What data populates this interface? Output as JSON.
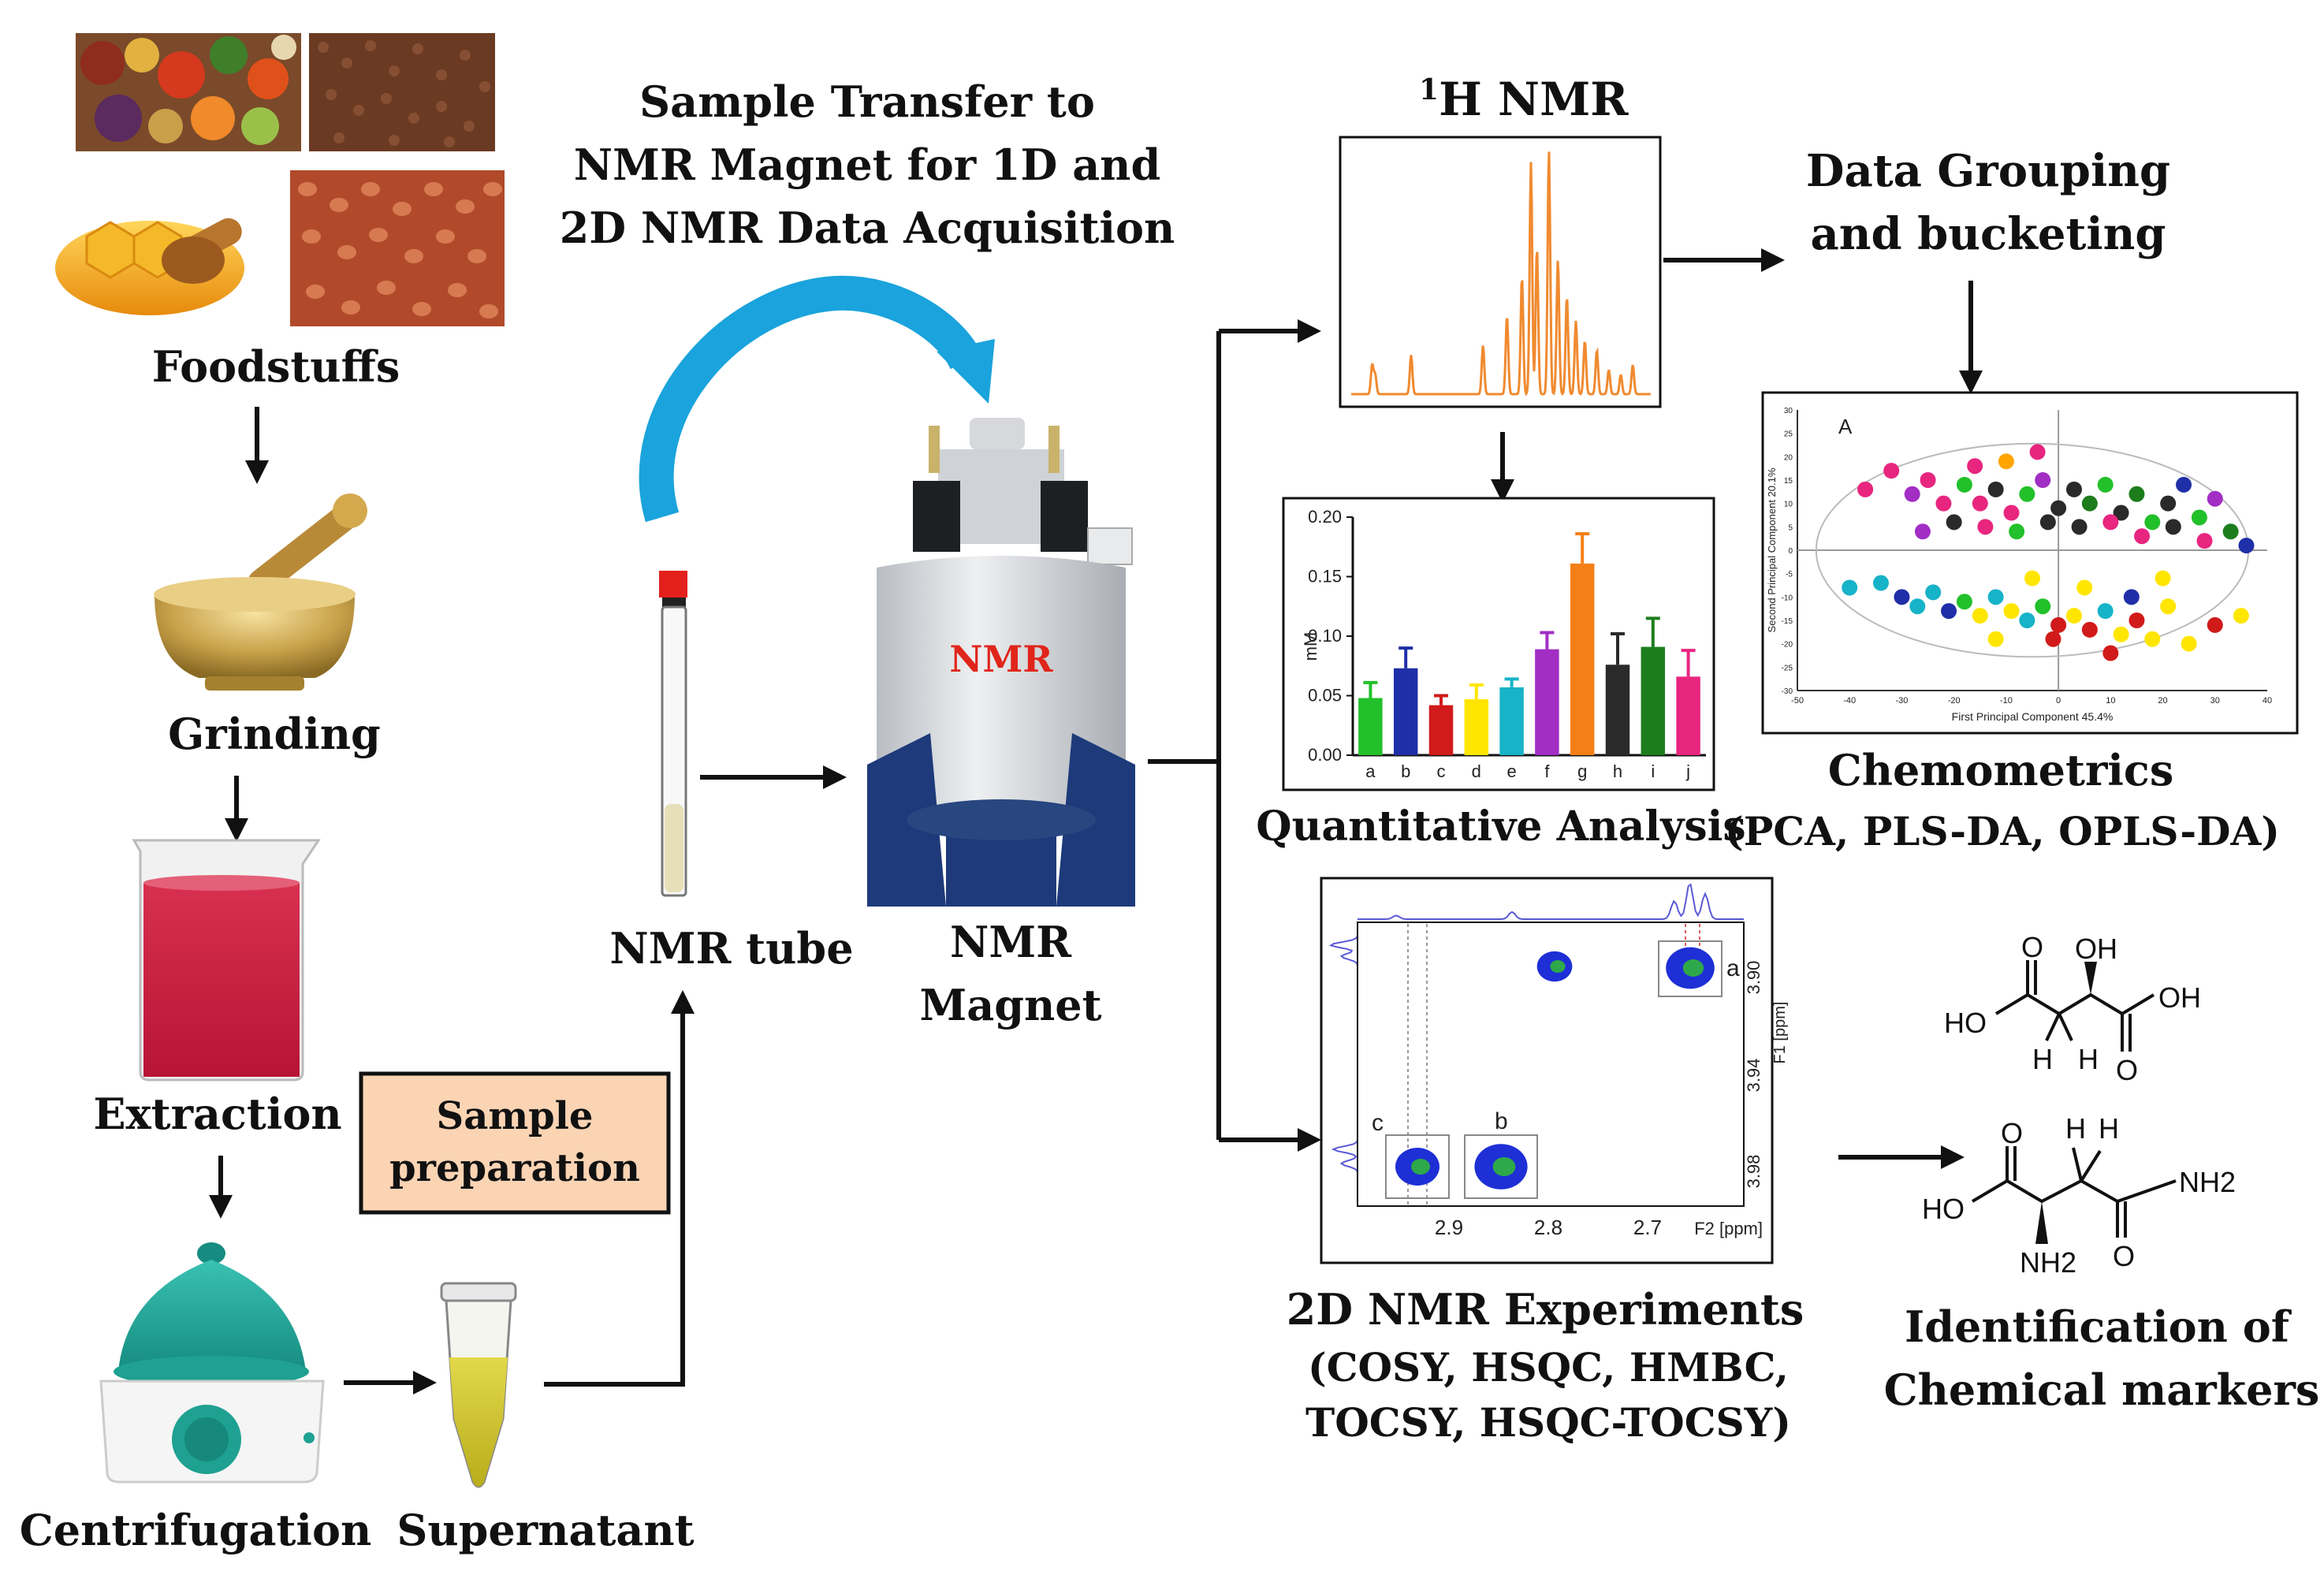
{
  "labels": {
    "foodstuffs": "Foodstuffs",
    "grinding": "Grinding",
    "extraction": "Extraction",
    "centrifugation": "Centrifugation",
    "supernatant": "Supernatant",
    "sample_prep_line1": "Sample",
    "sample_prep_line2": "preparation",
    "nmr_tube": "NMR tube",
    "transfer_line1": "Sample Transfer to",
    "transfer_line2": "NMR Magnet for 1D and",
    "transfer_line3": "2D NMR Data Acquisition",
    "magnet_line1": "NMR",
    "magnet_line2": "Magnet",
    "magnet_badge": "NMR",
    "h1nmr_sup": "1",
    "h1nmr_rest": "H NMR",
    "grouping_line1": "Data Grouping",
    "grouping_line2": "and bucketing",
    "quant": "Quantitative Analysis",
    "chemo_line1": "Chemometrics",
    "chemo_line2": "(PCA, PLS-DA, OPLS-DA)",
    "twod_line1": "2D NMR Experiments",
    "twod_line2": "(COSY, HSQC, HMBC,",
    "twod_line3": "TOCSY, HSQC-TOCSY)",
    "ident_line1": "Identification of",
    "ident_line2": "Chemical markers"
  },
  "bar_chart": {
    "ylabel": "mM",
    "ytick_labels": [
      "0.20",
      "0.15",
      "0.10",
      "0.05",
      "0.00"
    ],
    "yticks": [
      0.2,
      0.15,
      0.1,
      0.05,
      0.0
    ],
    "ymax": 0.2,
    "categories": [
      "a",
      "b",
      "c",
      "d",
      "e",
      "f",
      "g",
      "h",
      "i",
      "j"
    ],
    "values": [
      0.048,
      0.073,
      0.042,
      0.047,
      0.057,
      0.089,
      0.161,
      0.076,
      0.091,
      0.066
    ],
    "errors": [
      0.013,
      0.017,
      0.008,
      0.012,
      0.007,
      0.014,
      0.025,
      0.026,
      0.024,
      0.022
    ],
    "colors": [
      "#22c02a",
      "#1f2fa8",
      "#d11a1a",
      "#ffe600",
      "#17b3c8",
      "#a22ec4",
      "#f57f17",
      "#2a2a2a",
      "#1d7d1d",
      "#e8257f"
    ]
  },
  "pca": {
    "panel_label": "A",
    "xlabel": "First Principal Component 45.4%",
    "ylabel": "Second Principal Component 20.1%",
    "xtick_labels": [
      "-50",
      "-40",
      "-30",
      "-20",
      "-10",
      "0",
      "10",
      "20",
      "30",
      "40"
    ],
    "ytick_labels": [
      "30",
      "25",
      "20",
      "15",
      "10",
      "5",
      "0",
      "-5",
      "-10",
      "-15",
      "-20",
      "-25",
      "-30"
    ],
    "points": [
      [
        -37,
        13,
        "#e8257f"
      ],
      [
        -32,
        17,
        "#e8257f"
      ],
      [
        -28,
        12,
        "#a22ec4"
      ],
      [
        -25,
        15,
        "#e8257f"
      ],
      [
        -22,
        10,
        "#e8257f"
      ],
      [
        -18,
        14,
        "#22c02a"
      ],
      [
        -15,
        10,
        "#e8257f"
      ],
      [
        -12,
        13,
        "#2a2a2a"
      ],
      [
        -9,
        8,
        "#e8257f"
      ],
      [
        -6,
        12,
        "#22c02a"
      ],
      [
        -3,
        15,
        "#a22ec4"
      ],
      [
        0,
        9,
        "#2a2a2a"
      ],
      [
        3,
        13,
        "#2a2a2a"
      ],
      [
        6,
        10,
        "#1d7d1d"
      ],
      [
        9,
        14,
        "#22c02a"
      ],
      [
        12,
        8,
        "#2a2a2a"
      ],
      [
        15,
        12,
        "#1d7d1d"
      ],
      [
        18,
        6,
        "#22c02a"
      ],
      [
        21,
        10,
        "#2a2a2a"
      ],
      [
        24,
        14,
        "#1f2fa8"
      ],
      [
        27,
        7,
        "#22c02a"
      ],
      [
        30,
        11,
        "#a22ec4"
      ],
      [
        33,
        4,
        "#1d7d1d"
      ],
      [
        -26,
        4,
        "#a22ec4"
      ],
      [
        -20,
        6,
        "#2a2a2a"
      ],
      [
        -14,
        5,
        "#e8257f"
      ],
      [
        -8,
        4,
        "#22c02a"
      ],
      [
        -2,
        6,
        "#2a2a2a"
      ],
      [
        4,
        5,
        "#2a2a2a"
      ],
      [
        10,
        6,
        "#e8257f"
      ],
      [
        16,
        3,
        "#e8257f"
      ],
      [
        22,
        5,
        "#2a2a2a"
      ],
      [
        28,
        2,
        "#e8257f"
      ],
      [
        36,
        1,
        "#1f2fa8"
      ],
      [
        -16,
        18,
        "#e8257f"
      ],
      [
        -10,
        19,
        "#ffa500"
      ],
      [
        -4,
        21,
        "#e8257f"
      ],
      [
        -40,
        -8,
        "#17b3c8"
      ],
      [
        -34,
        -7,
        "#17b3c8"
      ],
      [
        -30,
        -10,
        "#1f2fa8"
      ],
      [
        -27,
        -12,
        "#17b3c8"
      ],
      [
        -24,
        -9,
        "#17b3c8"
      ],
      [
        -21,
        -13,
        "#1f2fa8"
      ],
      [
        -18,
        -11,
        "#22c02a"
      ],
      [
        -15,
        -14,
        "#ffe600"
      ],
      [
        -12,
        -10,
        "#17b3c8"
      ],
      [
        -9,
        -13,
        "#ffe600"
      ],
      [
        -6,
        -15,
        "#17b3c8"
      ],
      [
        -3,
        -12,
        "#22c02a"
      ],
      [
        0,
        -16,
        "#d11a1a"
      ],
      [
        3,
        -14,
        "#ffe600"
      ],
      [
        6,
        -17,
        "#d11a1a"
      ],
      [
        9,
        -13,
        "#17b3c8"
      ],
      [
        12,
        -18,
        "#ffe600"
      ],
      [
        15,
        -15,
        "#d11a1a"
      ],
      [
        18,
        -19,
        "#ffe600"
      ],
      [
        21,
        -12,
        "#ffe600"
      ],
      [
        25,
        -20,
        "#ffe600"
      ],
      [
        30,
        -16,
        "#d11a1a"
      ],
      [
        35,
        -14,
        "#ffe600"
      ],
      [
        -5,
        -6,
        "#ffe600"
      ],
      [
        5,
        -8,
        "#ffe600"
      ],
      [
        -1,
        -19,
        "#d11a1a"
      ],
      [
        10,
        -22,
        "#d11a1a"
      ],
      [
        14,
        -10,
        "#1f2fa8"
      ],
      [
        -12,
        -19,
        "#ffe600"
      ],
      [
        20,
        -6,
        "#ffe600"
      ]
    ]
  },
  "hsqc": {
    "peak_a": "a",
    "peak_b": "b",
    "peak_c": "c",
    "yticks": [
      "3.90",
      "3.94",
      "3.98"
    ],
    "yaxis_label": "F1 [ppm]",
    "xticks": [
      "2.9",
      "2.8",
      "2.7"
    ],
    "xaxis_label": "F2 [ppm]"
  },
  "molecules": {
    "top": {
      "o1": "O",
      "oh_top": "OH",
      "ho": "HO",
      "h1": "H",
      "h2": "H",
      "oh_right": "OH",
      "o2": "O"
    },
    "bottom": {
      "o1": "O",
      "h1": "H",
      "h2": "H",
      "ho": "HO",
      "nh2_right": "NH2",
      "nh2_bottom": "NH2",
      "o2": "O"
    }
  },
  "colors": {
    "arrow": "#111111",
    "curved_arrow": "#1aa3dc",
    "nmr_badge": "#e0251b",
    "sample_prep_bg": "#fbd4b4",
    "spectrum": "#f08a30",
    "hsqc_blue": "#1e2fd6",
    "hsqc_green": "#2ea84a"
  }
}
